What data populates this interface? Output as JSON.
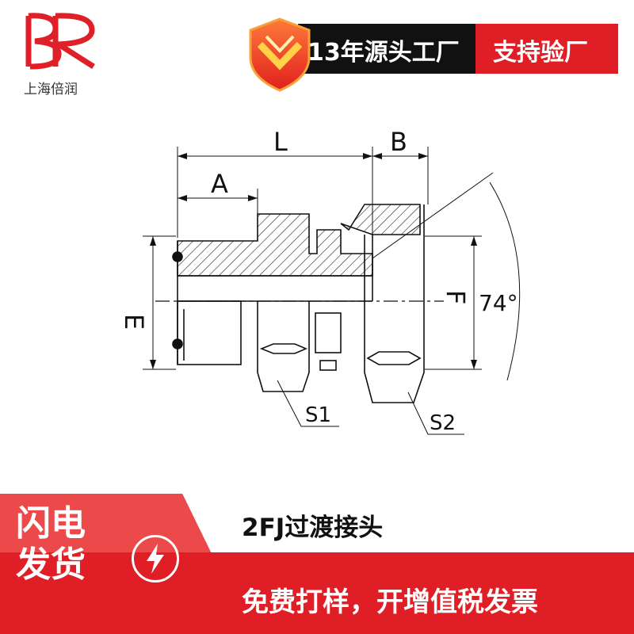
{
  "brand": {
    "logo_letters": "BR",
    "company_name": "上海倍润",
    "accent_color": "#e01e26"
  },
  "header": {
    "badge_icon": "shield-chevron-icon",
    "factory_tag": "13年源头工厂",
    "inspection_tag": "支持验厂"
  },
  "drawing": {
    "labels": {
      "L": "L",
      "A": "A",
      "B": "B",
      "E": "E",
      "F": "F",
      "angle": "74°",
      "S1": "S1",
      "S2": "S2"
    }
  },
  "product": {
    "title": "2FJ过渡接头"
  },
  "footer": {
    "shipping_line1": "闪电",
    "shipping_line2": "发货",
    "bolt_icon": "lightning-icon",
    "promo": "免费打样，开增值税发票"
  }
}
